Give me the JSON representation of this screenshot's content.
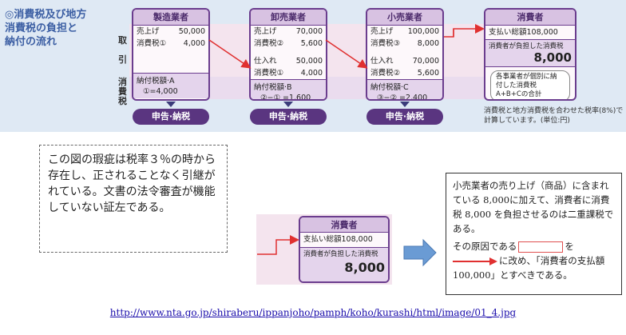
{
  "heading": {
    "lines": [
      "◎消費税及び地方",
      "消費税の負担と",
      "納付の流れ"
    ]
  },
  "side_labels": {
    "transaction": [
      "取",
      "引"
    ],
    "tax": [
      "消",
      "費",
      "税"
    ]
  },
  "manufacturer": {
    "title": "製造業者",
    "sales_label": "売上げ",
    "sales_value": "50,000",
    "tax_label": "消費税①",
    "tax_value": "4,000",
    "payable_label": "納付税額·A",
    "payable_calc": "①=4,000"
  },
  "wholesaler": {
    "title": "卸売業者",
    "sales_label": "売上げ",
    "sales_value": "70,000",
    "tax_label": "消費税②",
    "tax_value": "5,600",
    "purchase_label": "仕入れ",
    "purchase_value": "50,000",
    "ptax_label": "消費税①",
    "ptax_value": "4,000",
    "payable_label": "納付税額·B",
    "payable_calc": "②−① =1,600"
  },
  "retailer": {
    "title": "小売業者",
    "sales_label": "売上げ",
    "sales_value": "100,000",
    "tax_label": "消費税③",
    "tax_value": "8,000",
    "purchase_label": "仕入れ",
    "purchase_value": "70,000",
    "ptax_label": "消費税②",
    "ptax_value": "5,600",
    "payable_label": "納付税額·C",
    "payable_calc": "③−② =2,400"
  },
  "consumer": {
    "title": "消費者",
    "paid": "支払い総額108,000",
    "burden_label": "消費者が負担した消費税",
    "burden_value": "8,000",
    "each_lines": [
      "各事業者が個別に納",
      "付した消費税",
      "A+B+Cの合計"
    ]
  },
  "filing_label": "申告·納税",
  "rate_note": "消費税と地方消費税を合わせた税率(8%)で計算しています。(単位:円)",
  "annotation": "この図の瑕疵は税率３％の時から存在し、正されることなく引継がれている。文書の法令審査が機能していない証左である。",
  "zoom": {
    "title": "消費者",
    "paid": "支払い総額108,000",
    "burden_label": "消費者が負担した消費税",
    "burden_value": "8,000"
  },
  "explanation": {
    "p1": "小売業者の売り上げ（商品）に含まれている 8,000に加えて、消費者に消費税 8,000 を負担させるのは二重課税である。",
    "p2_a": "その原因である",
    "p2_b": "を",
    "p2_c": "に改め、「消費者の支払額 100,000」とすべきである。"
  },
  "source_url": "http://www.nta.go.jp/shiraberu/ippanjoho/pamph/koho/kurashi/html/image/01_4.jpg",
  "colors": {
    "accent": "#6b3d8e",
    "arrow": "#e03030",
    "link": "#1a0dab"
  }
}
